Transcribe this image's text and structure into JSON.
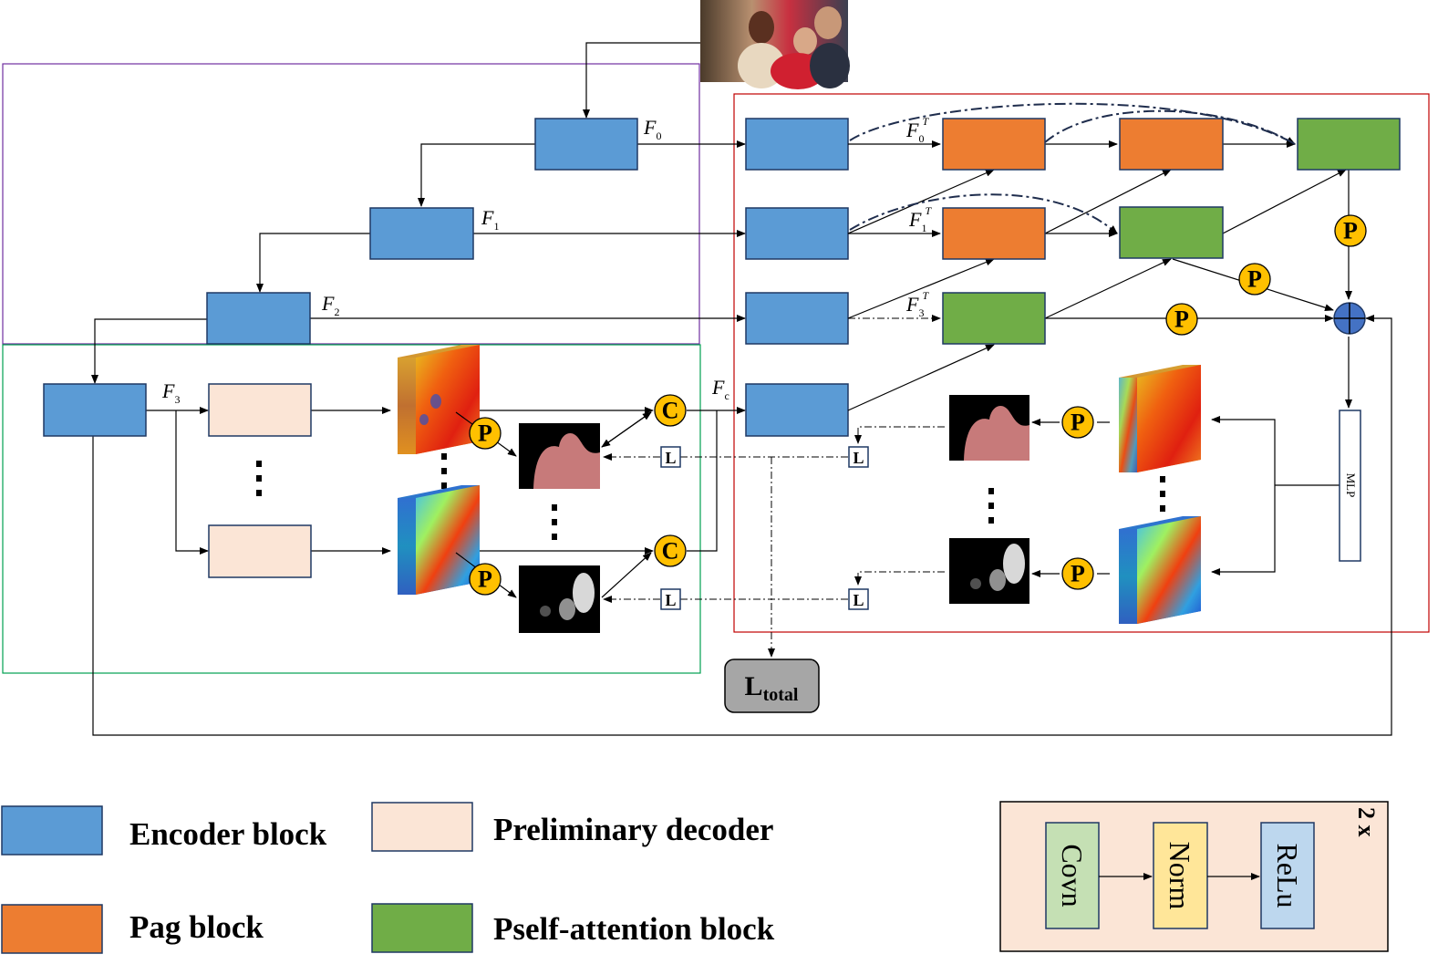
{
  "features": {
    "f0": {
      "base": "F",
      "sub": "0"
    },
    "f1": {
      "base": "F",
      "sub": "1"
    },
    "f2": {
      "base": "F",
      "sub": "2"
    },
    "f3": {
      "base": "F",
      "sub": "3"
    },
    "fc": {
      "base": "F",
      "sub": "c"
    },
    "f0t": {
      "base": "F",
      "sub": "0",
      "sup": "T"
    },
    "f1t": {
      "base": "F",
      "sub": "1",
      "sup": "T"
    },
    "f3t": {
      "base": "F",
      "sub": "3",
      "sup": "T"
    }
  },
  "ops": {
    "pool": "P",
    "concat": "C",
    "loss": "L"
  },
  "mlp_label": "MLP",
  "loss_total": {
    "main": "L",
    "sub": "total"
  },
  "legend": {
    "encoder": "Encoder block",
    "preliminary": "Preliminary decoder",
    "pag": "Pag block",
    "pself": "Pself-attention block"
  },
  "conv_block": {
    "repeat": "2 x",
    "steps": [
      "Covn",
      "Norm",
      "ReLu"
    ]
  },
  "colors": {
    "encoder": "#5b9bd5",
    "preliminary": "#fbe5d6",
    "pag": "#ed7d31",
    "pself": "#70ad47",
    "pool_circle": "#ffc000",
    "plus_node": "#4472c4",
    "loss_total_bg": "#a6a6a6",
    "frame_purple": "#7030a0",
    "frame_green": "#00a050",
    "frame_red": "#c00000",
    "conv_bg": "#fbe5d6",
    "covn": "#c5e0b4",
    "norm": "#ffe699",
    "relu": "#bdd7ee"
  }
}
